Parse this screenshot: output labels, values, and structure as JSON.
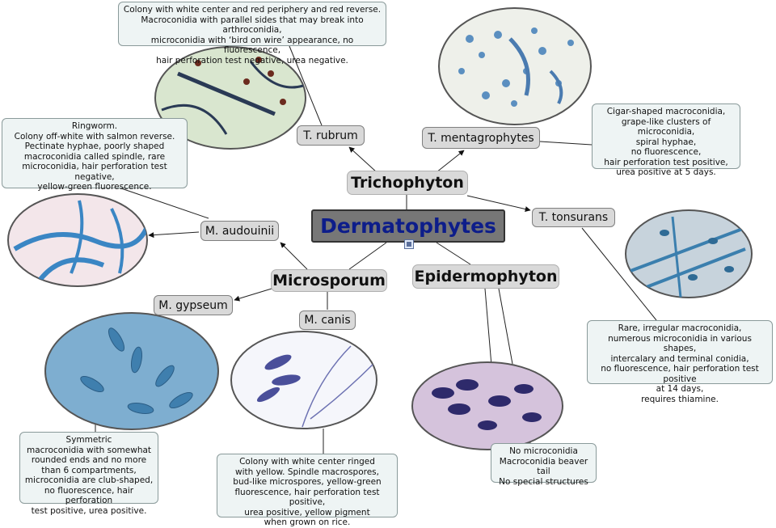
{
  "root": {
    "label": "Dermatophytes"
  },
  "genera": {
    "trichophyton": "Trichophyton",
    "microsporum": "Microsporum",
    "epidermophyton": "Epidermophyton"
  },
  "species": {
    "t_rubrum": "T. rubrum",
    "t_mentagrophytes": "T. mentagrophytes",
    "t_tonsurans": "T. tonsurans",
    "m_audouinii": "M. audouinii",
    "m_gypseum": "M. gypseum",
    "m_canis": "M. canis"
  },
  "notes": {
    "t_rubrum": "Colony with white center and red periphery and red reverse.\nMacroconidia with parallel sides that may break into arthroconidia,\nmicroconidia with ‘bird on wire’ appearance, no fluorescence,\nhair perforation test negative, urea negative.",
    "t_mentagrophytes": "Cigar-shaped macroconidia,\ngrape-like clusters of microconidia,\nspiral hyphae,\nno fluorescence,\nhair perforation test positive,\nurea positive at 5 days.",
    "m_audouinii": "Ringworm.\nColony off-white with salmon reverse.\nPectinate hyphae, poorly shaped\nmacroconidia called spindle, rare\nmicroconidia, hair perforation test negative,\nyellow-green fluorescence.",
    "t_tonsurans": "Rare, irregular macroconidia,\nnumerous microconidia in various shapes,\nintercalary and terminal conidia,\nno fluorescence, hair perforation test positive\nat 14 days,\nrequires thiamine.",
    "m_gypseum": "Symmetric\nmacroconidia with somewhat\nrounded ends and no more\nthan 6 compartments,\nmicroconidia are club-shaped,\nno fluorescence, hair perforation\ntest positive, urea positive.",
    "m_canis": "Colony with white center ringed\nwith yellow. Spindle macrospores,\nbud-like microspores, yellow-green\nfluorescence, hair perforation test positive,\nurea positive, yellow pigment\nwhen grown on rice.",
    "epidermophyton": "No microconidia\nMacroconidia beaver tail\nNo special structures"
  }
}
